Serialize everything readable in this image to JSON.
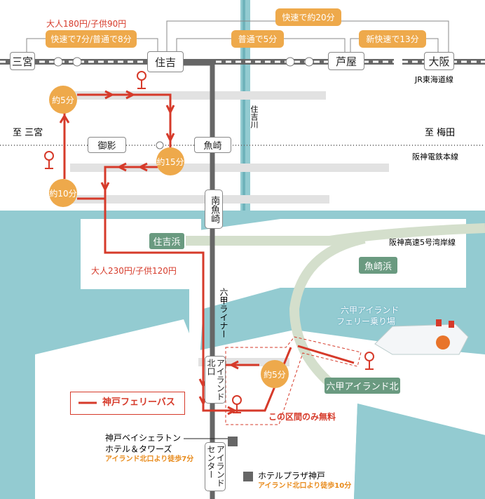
{
  "jr": {
    "stations": [
      "三宮",
      "住吉",
      "芦屋",
      "大阪"
    ],
    "line_name": "JR東海道線",
    "fare": "大人180円/子供90円",
    "times": [
      "快速で7分/普通で8分",
      "普通で5分",
      "新快速で13分",
      "快速で約20分"
    ]
  },
  "hanshin": {
    "stations": [
      "御影",
      "魚崎"
    ],
    "to_left": "至 三宮",
    "to_right": "至 梅田",
    "line_name": "阪神電鉄本線"
  },
  "river": "住吉川",
  "liner": {
    "name": "六甲ライナー",
    "stations": [
      "南魚崎",
      "アイランド北口",
      "アイランドセンター"
    ]
  },
  "bus": {
    "times": [
      "約5分",
      "約15分",
      "約10分",
      "約5分"
    ],
    "fare": "大人230円/子供120円",
    "free_section": "この区間のみ無料"
  },
  "places": {
    "sumiyoshihama": "住吉浜",
    "uozakihama": "魚崎浜",
    "rokko_north": "六甲アイランド北",
    "highway": "阪神高速5号湾岸線",
    "ferry_terminal_1": "六甲アイランド",
    "ferry_terminal_2": "フェリー乗り場"
  },
  "legend": {
    "label": "神戸フェリーバス",
    "color": "#d63a2a"
  },
  "hotels": [
    {
      "name1": "神戸ベイシェラトン",
      "name2": "ホテル＆タワーズ",
      "walk": "アイランド北口より徒歩7分"
    },
    {
      "name1": "ホテルプラザ神戸",
      "walk": "アイランド北口より徒歩10分"
    }
  ],
  "colors": {
    "sea": "#93cbd1",
    "accent": "#eea94b",
    "route": "#d63a2a",
    "green": "#6a9a80"
  }
}
